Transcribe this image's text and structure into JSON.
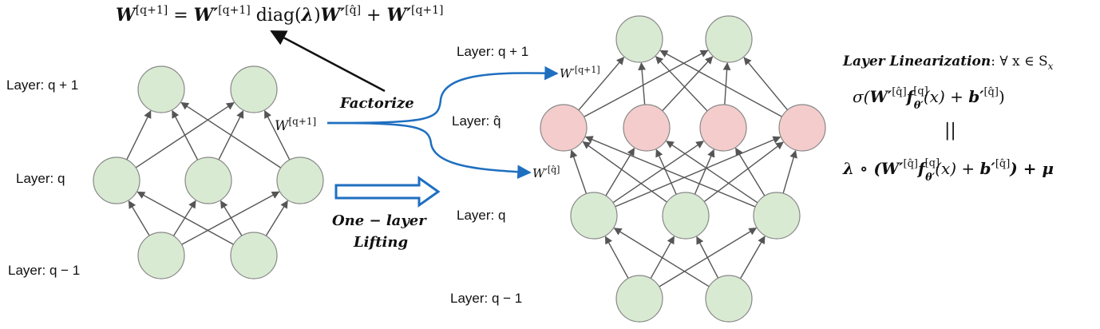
{
  "top_formula": {
    "lhs": "W",
    "lhs_sup": "[q+1]",
    "eq": " = ",
    "w1": "W′",
    "w1_sup": "[q+1]",
    "diag": " diag(",
    "lambda": "λ",
    "close": ")",
    "w2": "W′",
    "w2_sup": "[q̂]",
    "plus": " + ",
    "w3": "W′",
    "w3_sup": "[q+1]"
  },
  "left_network": {
    "label_top": "Layer: q + 1",
    "label_mid": "Layer: q",
    "label_bot": "Layer: q − 1"
  },
  "center": {
    "factorize": "Factorize",
    "w_label": "W",
    "w_label_sup": "[q+1]",
    "w_upper": "W′",
    "w_upper_sup": "[q+1]",
    "w_lower": "W′",
    "w_lower_sup": "[q̂]",
    "lifting_line1": "One − layer",
    "lifting_line2": "Lifting"
  },
  "right_network": {
    "label_top": "Layer: q + 1",
    "label_hat": "Layer: q̂",
    "label_mid": "Layer: q",
    "label_bot": "Layer: q − 1"
  },
  "linearization": {
    "title": "Layer Linearization",
    "cond": ": ∀ x ∈ S",
    "cond_sub": "x",
    "sigma_open": "σ(",
    "w": "W′",
    "w_sup": "[q̂]",
    "f": "f",
    "f_sup": "[q]",
    "f_sub": "θ′",
    "arg": "(x) + ",
    "b": "b′",
    "b_sup": "[q̂]",
    "sigma_close": ")",
    "equals": "||",
    "lambda_line": "λ ∘ (",
    "tail": ") + μ"
  },
  "colors": {
    "green_node": "#d9ead3",
    "red_node": "#f4cccc",
    "node_stroke": "#888888",
    "edge": "#555555",
    "blue": "#1f6fc0",
    "black": "#111111"
  }
}
